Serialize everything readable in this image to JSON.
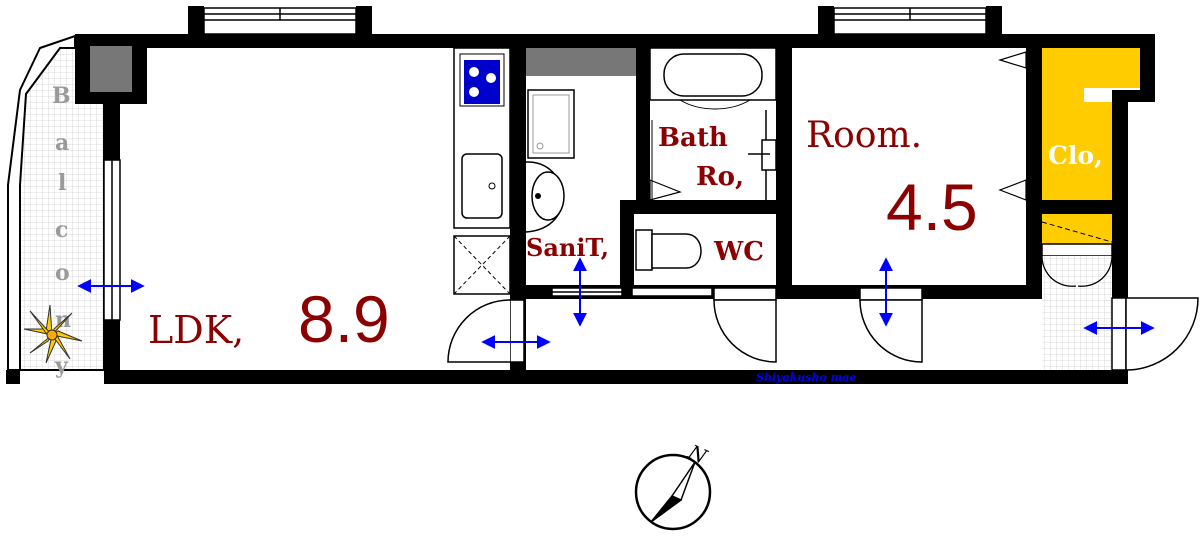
{
  "labels": {
    "balcony_letters": [
      "B",
      "a",
      "l",
      "c",
      "o",
      "n",
      "y"
    ],
    "ldk": "LDK,",
    "ldk_size": "8.9",
    "sanitary": "SaniT,",
    "bath_line1": "Bath",
    "bath_line2": "Ro,",
    "wc": "WC",
    "room": "Room.",
    "room_size": "4.5",
    "closet": "Clo,",
    "corridor_note": "Shiyakusho mae",
    "north": "N"
  },
  "colors": {
    "wall": "#000000",
    "room_text": "#8b0000",
    "closet_fill": "#ffcc00",
    "arrow": "#0000ff",
    "tile": "#d8d8d8",
    "cooktop": "#0000cc",
    "balcony_text": "#9a9a9a"
  },
  "icons": [
    "plant-icon",
    "compass-icon",
    "cooktop-icon",
    "sink-icon",
    "toilet-icon",
    "bathtub-icon",
    "washbasin-icon"
  ]
}
